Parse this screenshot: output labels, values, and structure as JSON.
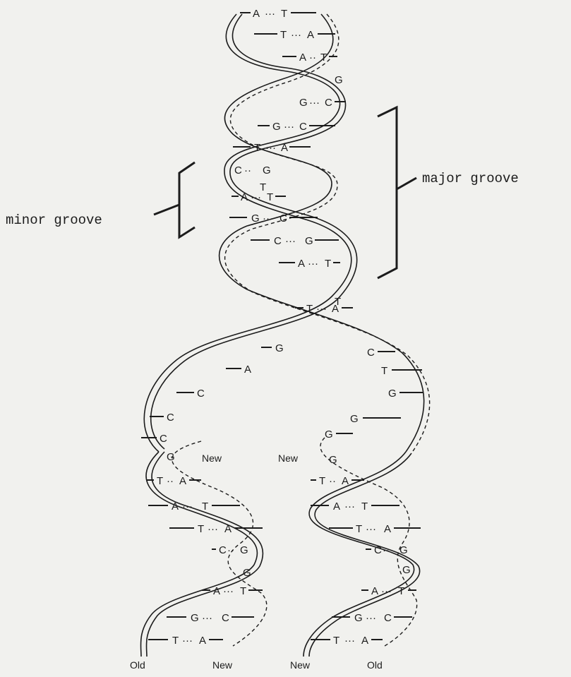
{
  "labels": {
    "major_groove": "major groove",
    "minor_groove": "minor groove",
    "new_left": "New",
    "new_right": "New",
    "bottom_old_left": "Old",
    "bottom_new_left": "New",
    "bottom_new_right": "New",
    "bottom_old_right": "Old"
  },
  "parent_pairs": [
    {
      "a": "A",
      "b": "T"
    },
    {
      "a": "T",
      "b": "A"
    },
    {
      "a": "A",
      "b": "T"
    },
    {
      "a": "G",
      "b": ""
    },
    {
      "a": "G",
      "b": "C"
    },
    {
      "a": "G",
      "b": "C"
    },
    {
      "a": "T",
      "b": "A"
    },
    {
      "a": "C",
      "b": "G"
    },
    {
      "a": "T",
      "b": ""
    },
    {
      "a": "A",
      "b": "T"
    },
    {
      "a": "G",
      "b": "C"
    },
    {
      "a": "C",
      "b": "G"
    },
    {
      "a": "A",
      "b": "T"
    },
    {
      "a": "T",
      "b": ""
    },
    {
      "a": "T",
      "b": "A"
    }
  ],
  "left_unpaired": [
    "G",
    "A",
    "C",
    "C",
    "C",
    "G"
  ],
  "right_unpaired": [
    "C",
    "T",
    "G",
    "G",
    "G",
    "G"
  ],
  "left_daughter_pairs": [
    {
      "a": "T",
      "b": "A"
    },
    {
      "a": "A",
      "b": "T"
    },
    {
      "a": "T",
      "b": "A"
    },
    {
      "a": "C",
      "b": "G"
    },
    {
      "a": "G",
      "b": ""
    },
    {
      "a": "A",
      "b": "T"
    },
    {
      "a": "G",
      "b": "C"
    },
    {
      "a": "T",
      "b": "A"
    }
  ],
  "right_daughter_pairs": [
    {
      "a": "T",
      "b": "A"
    },
    {
      "a": "A",
      "b": "T"
    },
    {
      "a": "T",
      "b": "A"
    },
    {
      "a": "C",
      "b": "G"
    },
    {
      "a": "G",
      "b": ""
    },
    {
      "a": "A",
      "b": "T"
    },
    {
      "a": "G",
      "b": "C"
    },
    {
      "a": "T",
      "b": "A"
    }
  ]
}
